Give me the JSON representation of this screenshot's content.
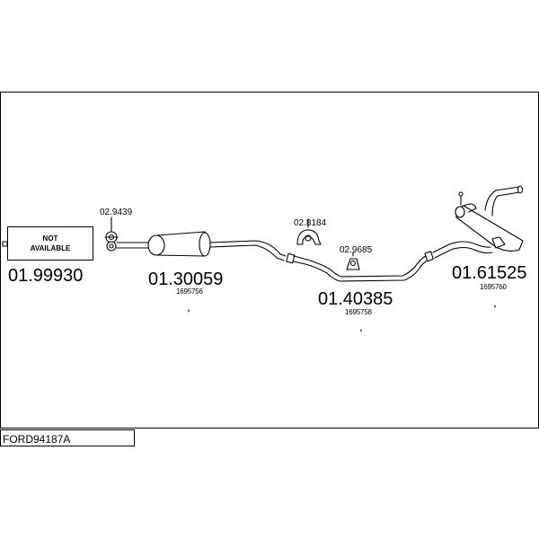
{
  "drawing_code": "FORD94187A",
  "not_available": {
    "line1": "NOT",
    "line2": "AVAILABLE"
  },
  "parts": [
    {
      "part_no": "01.99930"
    },
    {
      "part_no": "01.30059",
      "oem_ref": "1695756"
    },
    {
      "part_no": "01.40385",
      "oem_ref": "1695758"
    },
    {
      "part_no": "01.61525",
      "oem_ref": "1695760"
    }
  ],
  "accessories": [
    {
      "part_no": "02.9439"
    },
    {
      "part_no": "02.8184"
    },
    {
      "part_no": "02.9685"
    }
  ]
}
